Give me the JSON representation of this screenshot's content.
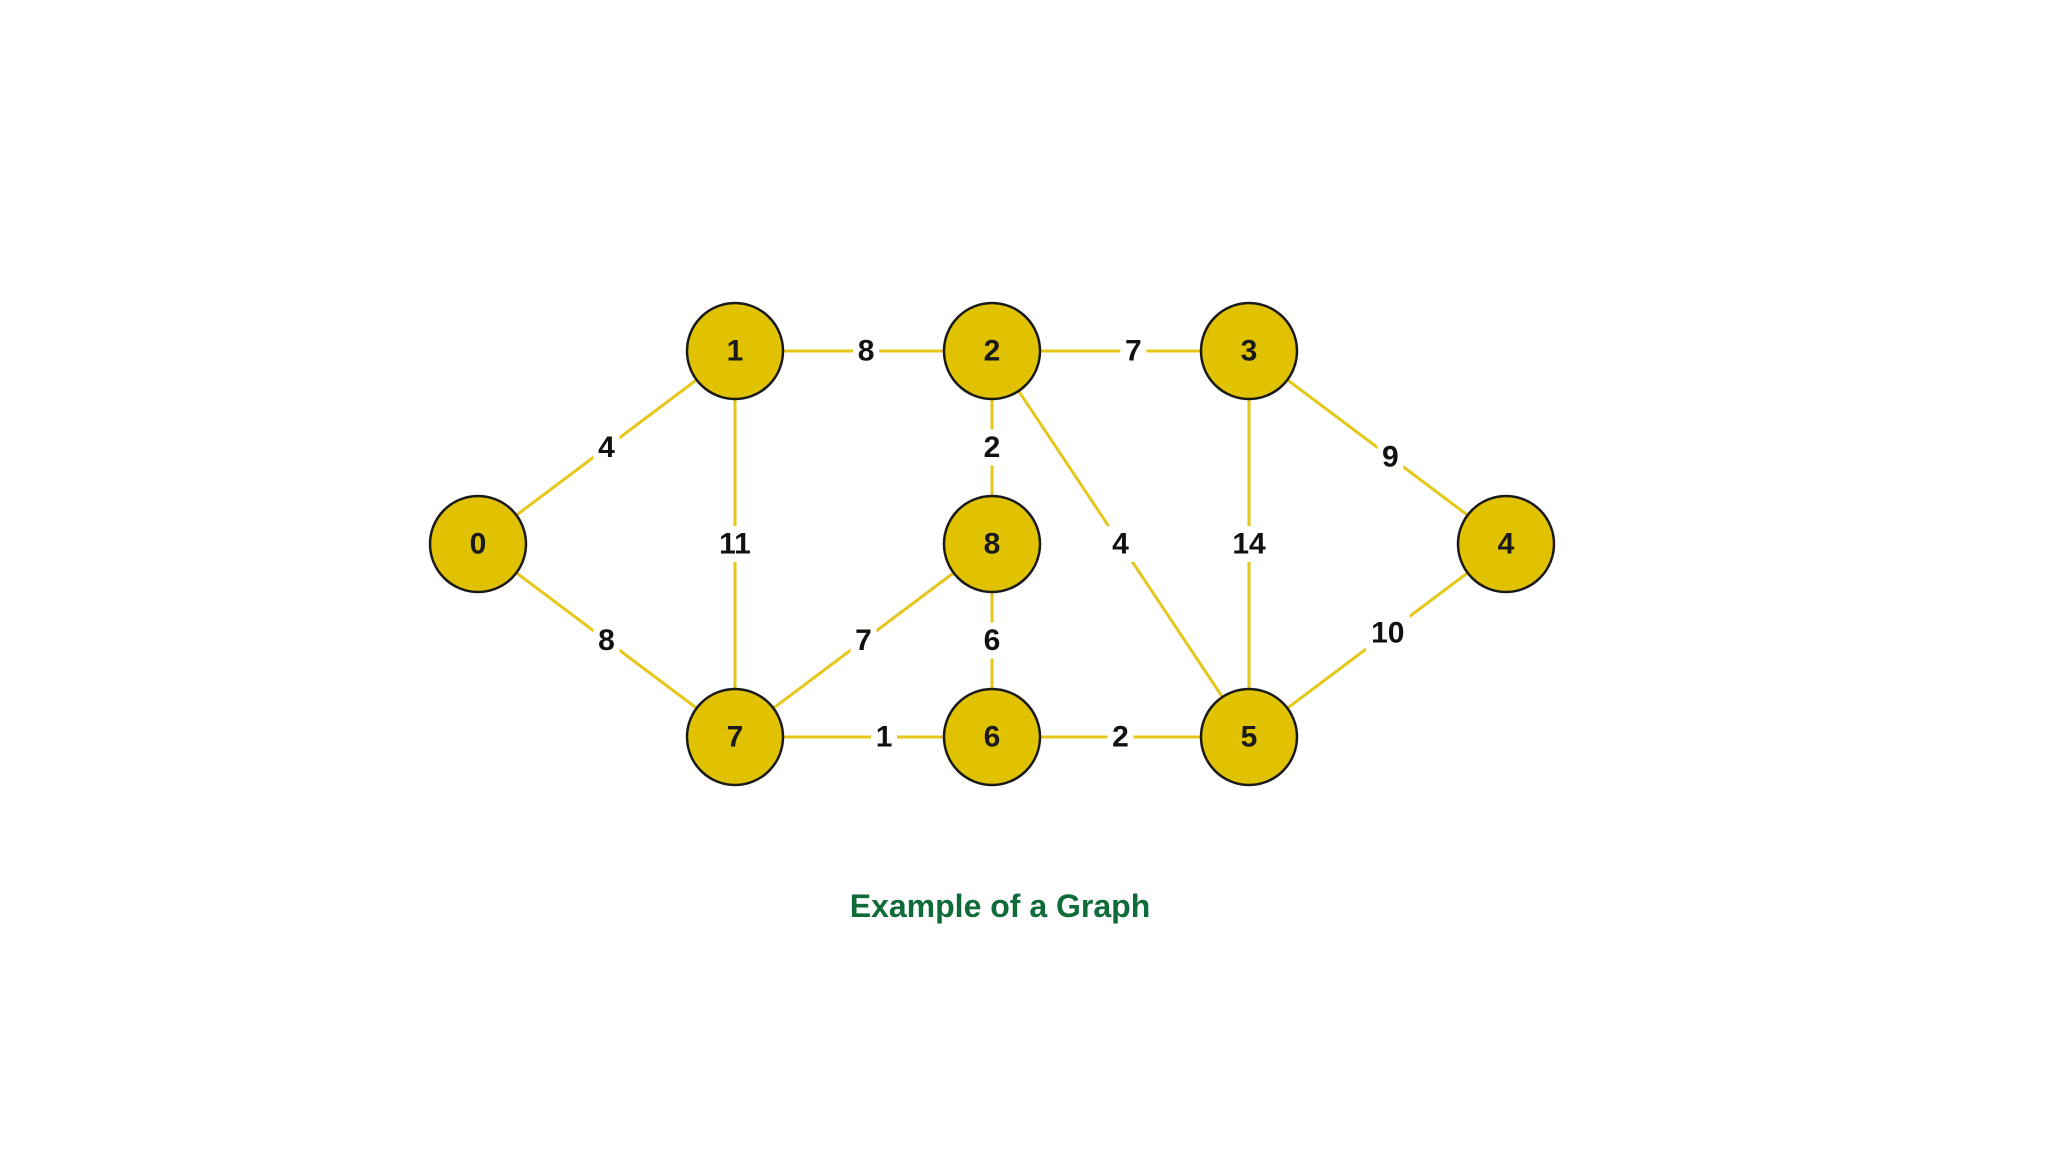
{
  "diagram": {
    "caption": "Example of a Graph",
    "colors": {
      "node_fill": "#e0c200",
      "node_stroke": "#1a1a1a",
      "edge": "#e6c619",
      "caption": "#0f6b3a"
    },
    "nodes": [
      {
        "id": "0",
        "label": "0"
      },
      {
        "id": "1",
        "label": "1"
      },
      {
        "id": "2",
        "label": "2"
      },
      {
        "id": "3",
        "label": "3"
      },
      {
        "id": "4",
        "label": "4"
      },
      {
        "id": "5",
        "label": "5"
      },
      {
        "id": "6",
        "label": "6"
      },
      {
        "id": "7",
        "label": "7"
      },
      {
        "id": "8",
        "label": "8"
      }
    ],
    "edges": [
      {
        "from": "0",
        "to": "1",
        "weight": "4"
      },
      {
        "from": "0",
        "to": "7",
        "weight": "8"
      },
      {
        "from": "1",
        "to": "2",
        "weight": "8"
      },
      {
        "from": "1",
        "to": "7",
        "weight": "11"
      },
      {
        "from": "2",
        "to": "3",
        "weight": "7"
      },
      {
        "from": "2",
        "to": "8",
        "weight": "2"
      },
      {
        "from": "2",
        "to": "5",
        "weight": "4"
      },
      {
        "from": "3",
        "to": "4",
        "weight": "9"
      },
      {
        "from": "3",
        "to": "5",
        "weight": "14"
      },
      {
        "from": "4",
        "to": "5",
        "weight": "10"
      },
      {
        "from": "5",
        "to": "6",
        "weight": "2"
      },
      {
        "from": "6",
        "to": "7",
        "weight": "1"
      },
      {
        "from": "6",
        "to": "8",
        "weight": "6"
      },
      {
        "from": "7",
        "to": "8",
        "weight": "7"
      }
    ]
  }
}
